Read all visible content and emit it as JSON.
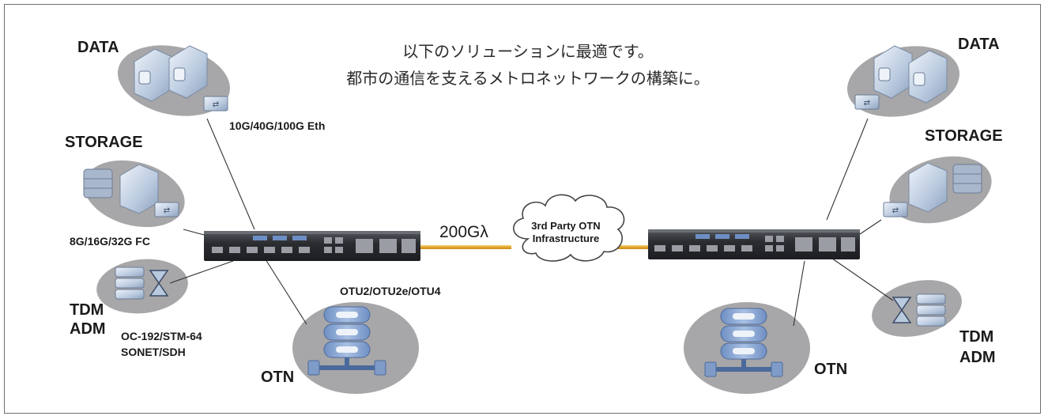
{
  "heading": {
    "line1": "以下のソリューションに最適です。",
    "line2": "都市の通信を支えるメトロネットワークの構築に。"
  },
  "left": {
    "data_label": "DATA",
    "eth_label": "10G/40G/100G Eth",
    "storage_label": "STORAGE",
    "fc_label": "8G/16G/32G FC",
    "tdm_label_1": "TDM",
    "tdm_label_2": "ADM",
    "sonet_label_1": "OC-192/STM-64",
    "sonet_label_2": "SONET/SDH",
    "otn_label": "OTN"
  },
  "center": {
    "otu_label": "OTU2/OTU2e/OTU4",
    "wavelength_label": "200Gλ",
    "cloud_line1": "3rd Party OTN",
    "cloud_line2": "Infrastructure"
  },
  "right": {
    "data_label": "DATA",
    "storage_label": "STORAGE",
    "tdm_label_1": "TDM",
    "tdm_label_2": "ADM",
    "otn_label": "OTN"
  },
  "colors": {
    "ellipse": "#a7a6a8",
    "link_fiber": "#e3a52a",
    "server": "#cbd9ea",
    "otn_stack": "#7f9cc9",
    "device": "#2d2f33"
  }
}
